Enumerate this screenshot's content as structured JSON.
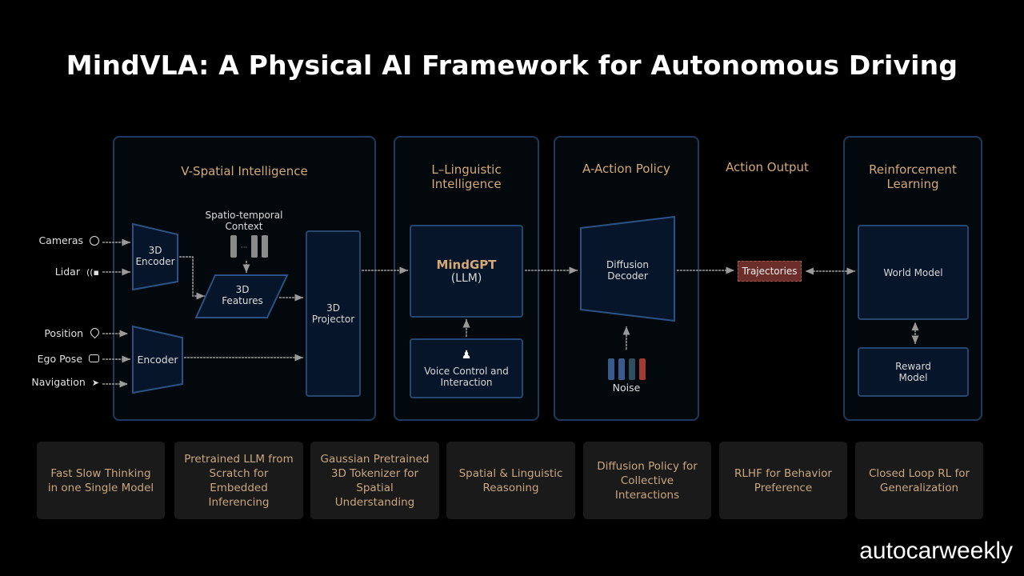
{
  "title": "MindVLA: A Physical AI Framework for Autonomous Driving",
  "colors": {
    "background": "#000000",
    "panel_border": "#1f3a5c",
    "panel_title": "#d4a877",
    "card_bg": "#1a1a1a",
    "card_text": "#c9a67d",
    "trajectories_bg": "#6b2e2a",
    "noise": [
      "#3a5a8c",
      "#3a5a8c",
      "#2f4f5e",
      "#a03a32"
    ]
  },
  "inputs": [
    {
      "label": "Cameras",
      "icon": "camera-icon"
    },
    {
      "label": "Lidar",
      "icon": "lidar-icon"
    },
    {
      "label": "Position",
      "icon": "location-pin-icon"
    },
    {
      "label": "Ego Pose",
      "icon": "car-icon"
    },
    {
      "label": "Navigation",
      "icon": "navigation-arrow-icon"
    }
  ],
  "spatial": {
    "title": "V-Spatial Intelligence",
    "context_label": "Spatio-temporal Context",
    "context_ellipsis": "...",
    "encoder_3d": "3D\nEncoder",
    "encoder_3d_l1": "3D",
    "encoder_3d_l2": "Encoder",
    "features_l1": "3D",
    "features_l2": "Features",
    "encoder": "Encoder",
    "projector_l1": "3D",
    "projector_l2": "Projector"
  },
  "linguistic": {
    "title_l1": "L–Linguistic",
    "title_l2": "Intelligence",
    "model_name": "MindGPT",
    "model_sub": "(LLM)",
    "voice_l1": "Voice Control and",
    "voice_l2": "Interaction"
  },
  "action": {
    "title": "A-Action Policy",
    "decoder_l1": "Diffusion",
    "decoder_l2": "Decoder",
    "noise_label": "Noise"
  },
  "output": {
    "title": "Action Output",
    "trajectories": "Trajectories"
  },
  "rl": {
    "title_l1": "Reinforcement",
    "title_l2": "Learning",
    "world_model": "World Model",
    "reward_l1": "Reward",
    "reward_l2": "Model"
  },
  "cards": [
    {
      "l1": "Fast Slow Thinking",
      "l2": "in one Single Model",
      "l3": ""
    },
    {
      "l1": "Pretrained LLM from",
      "l2": "Scratch for Embedded",
      "l3": "Inferencing"
    },
    {
      "l1": "Gaussian Pretrained",
      "l2": "3D Tokenizer for",
      "l3": "Spatial Understanding"
    },
    {
      "l1": "Spatial & Linguistic",
      "l2": "Reasoning",
      "l3": ""
    },
    {
      "l1": "Diffusion Policy for",
      "l2": "Collective Interactions",
      "l3": ""
    },
    {
      "l1": "RLHF for Behavior",
      "l2": "Preference",
      "l3": ""
    },
    {
      "l1": "Closed Loop RL for",
      "l2": "Generalization",
      "l3": ""
    }
  ],
  "watermark": "autocarweekly"
}
